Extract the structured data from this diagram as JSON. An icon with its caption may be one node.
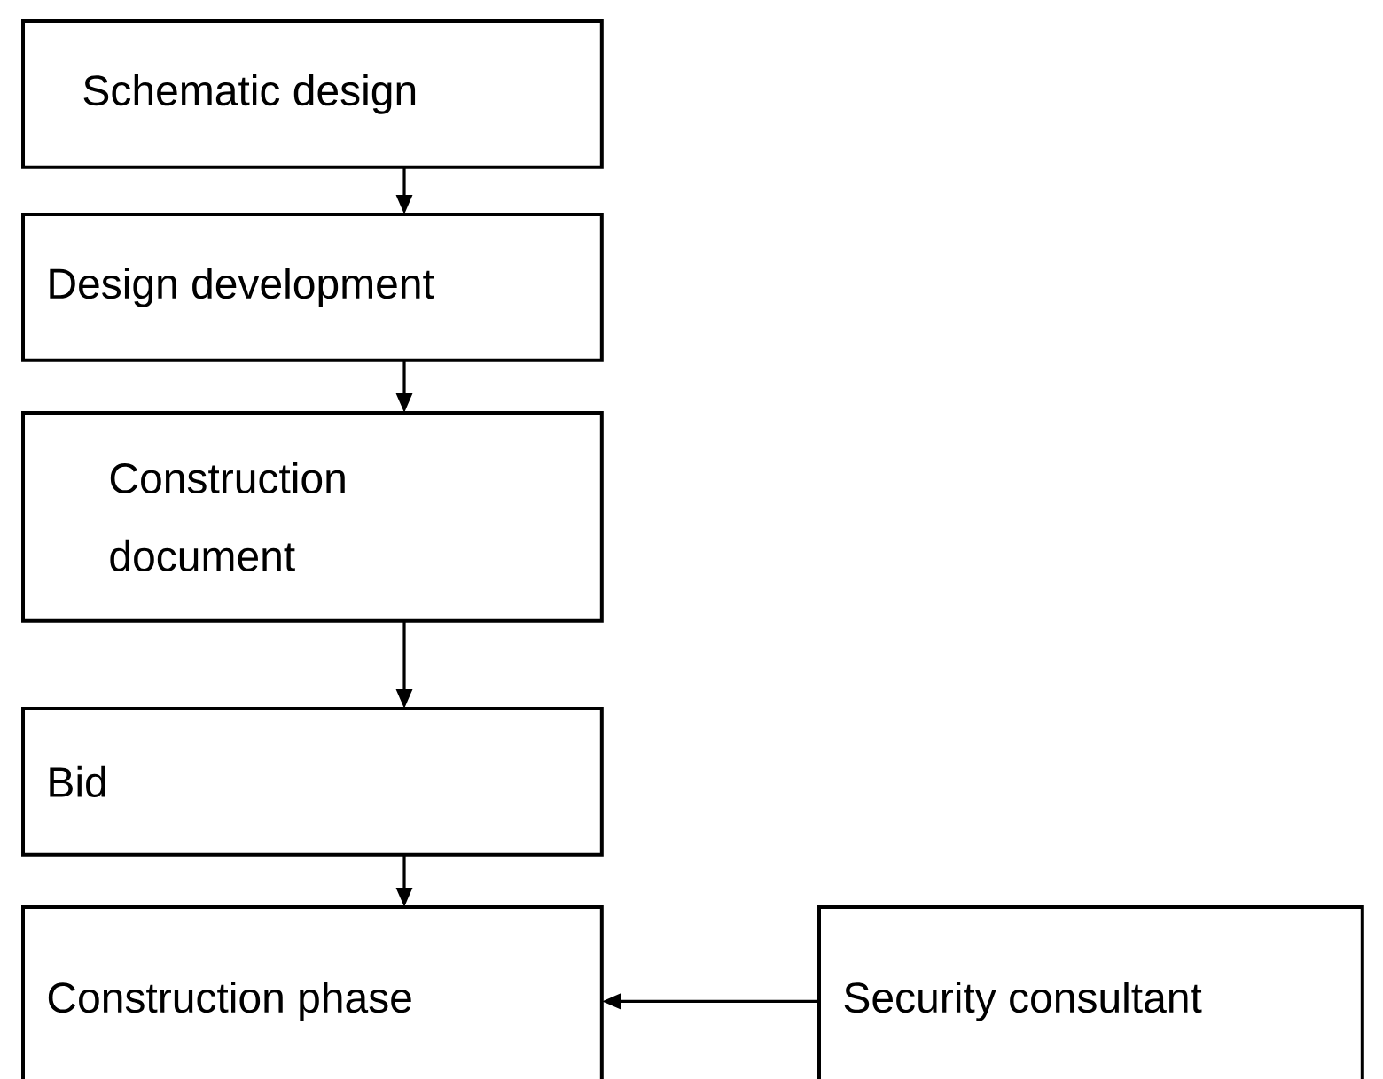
{
  "diagram": {
    "nodes": [
      {
        "text": [
          "Schematic design"
        ]
      },
      {
        "text": [
          "Design development"
        ]
      },
      {
        "text": [
          "Construction document"
        ]
      },
      {
        "text": [
          "Bid"
        ]
      },
      {
        "text": [
          "Construction phase"
        ]
      },
      {
        "text": [
          "Security consultant"
        ]
      }
    ],
    "edges": [
      {
        "from": 0,
        "to": 1,
        "arrow": "to"
      },
      {
        "from": 1,
        "to": 2,
        "arrow": "to"
      },
      {
        "from": 2,
        "to": 3,
        "arrow": "to"
      },
      {
        "from": 3,
        "to": 4,
        "arrow": "to"
      },
      {
        "from": 5,
        "to": 4,
        "arrow": "to"
      }
    ]
  }
}
